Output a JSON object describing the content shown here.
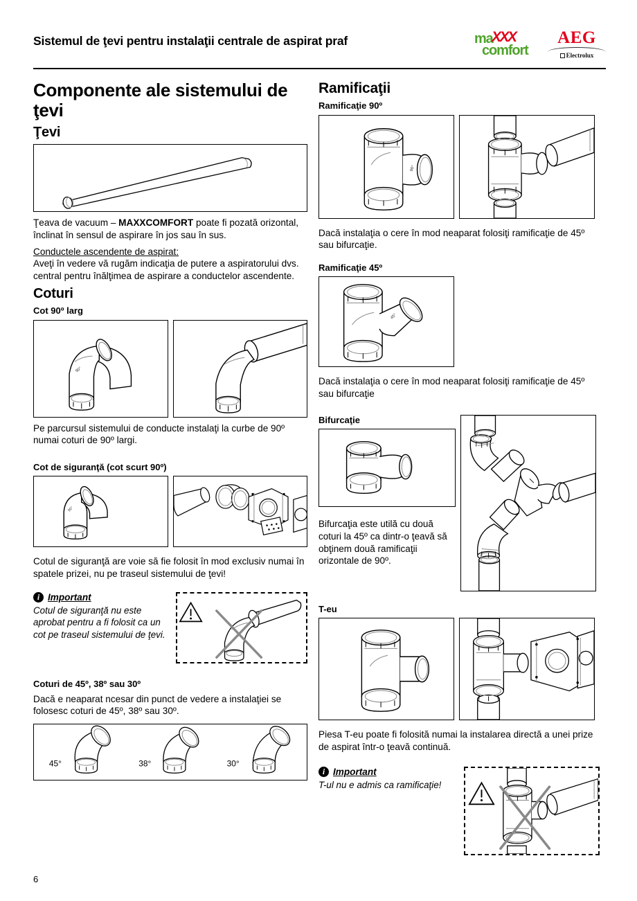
{
  "header": {
    "title": "Sistemul de ţevi pentru instalaţii centrale de aspirat praf",
    "logo_maxx_part1": "ma",
    "logo_maxx_xxx": "XXX",
    "logo_maxx_part2": "comfort",
    "logo_aeg": "AEG",
    "logo_electrolux": "Electrolux",
    "logo_colors": {
      "maxx_green": "#4fa32b",
      "maxx_red": "#e2001a",
      "aeg_red": "#e2001a"
    }
  },
  "left": {
    "title": "Componente ale sistemului de ţevi",
    "pipes_heading": "Ţevi",
    "pipes_text_1_a": "Ţeava de vacuum – ",
    "pipes_text_1_b": "MAXXCOMFORT",
    "pipes_text_1_c": " poate fi pozată orizontal, înclinat în sensul de aspirare în jos sau în sus.",
    "pipes_text_2_underline": "Conductele ascendente de aspirat:",
    "pipes_text_2_rest": "Aveţi în vedere vă rugăm indicaţia de putere a aspiratorului dvs. central pentru înălţimea de aspirare a conductelor ascendente.",
    "elbows_heading": "Coturi",
    "elbow90_sub": "Cot 90º larg",
    "elbow90_text": "Pe parcursul sistemului de conducte instalaţi la curbe de 90º numai coturi de 90º largi.",
    "safety_sub": "Cot de siguranţă (cot scurt 90º)",
    "safety_text": "Cotul de siguranţă are voie să fie folosit în mod exclusiv numai în spatele prizei, nu pe traseul sistemului de ţevi!",
    "important_title": "Important",
    "important_icon": "info-icon",
    "important_text": "Cotul de siguranţă nu este aprobat pentru a fi folosit ca un cot pe traseul sistemului de ţevi.",
    "angles_sub": "Coturi de 45º, 38º sau 30º",
    "angles_text": "Dacă e neaparat ncesar din punct de vedere a instalaţiei se folosesc coturi de 45º, 38º sau 30º.",
    "angle_labels": [
      "45°",
      "38°",
      "30°"
    ]
  },
  "right": {
    "branches_heading": "Ramificaţii",
    "branch90_sub": "Ramificaţie 90º",
    "branch90_text": "Dacă instalaţia o cere în mod neaparat folosiţi ramificaţie de 45º sau bifurcaţie.",
    "branch45_sub": "Ramificaţie 45º",
    "branch45_text": "Dacă instalaţia o cere în mod neaparat folosiţi ramificaţie de 45º sau bifurcaţie",
    "fork_sub": "Bifurcaţie",
    "fork_text": "Bifurcaţia este utilă cu două coturi la 45º ca dintr-o ţeavă să obţinem două ramificaţii orizontale de 90º.",
    "tee_sub": "T-eu",
    "tee_text": "Piesa T-eu poate fi folosită numai la instalarea directă a unei prize de aspirat într-o ţeavă continuă.",
    "important_title": "Important",
    "important_icon": "info-icon",
    "important_text": "T-ul nu e admis ca ramificaţie!"
  },
  "footer": {
    "page_number": "6"
  },
  "warning_icon": "warning-triangle-icon"
}
